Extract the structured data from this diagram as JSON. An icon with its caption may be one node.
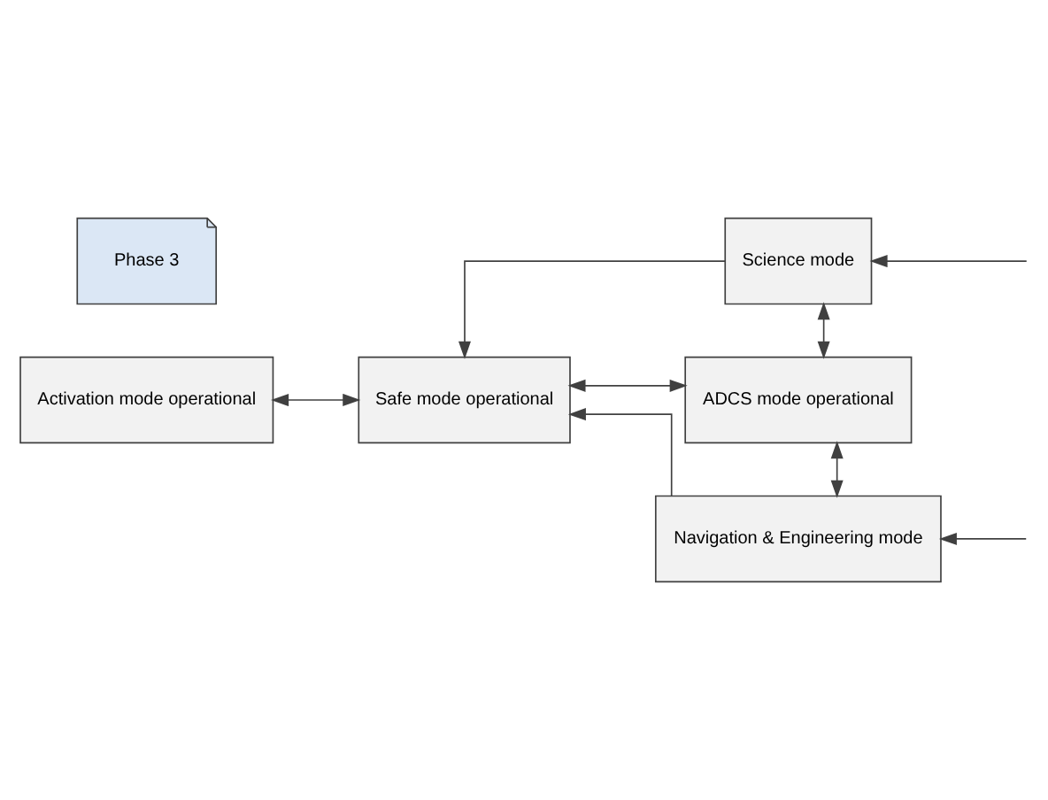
{
  "diagram": {
    "nodes": [
      {
        "text": [
          "Phase 3"
        ]
      },
      {
        "text": [
          "Activation mode operational"
        ]
      },
      {
        "text": [
          "Safe mode operational"
        ]
      },
      {
        "text": [
          "Science mode"
        ]
      },
      {
        "text": [
          "ADCS mode operational"
        ]
      },
      {
        "text": [
          "Navigation & Engineering mode"
        ]
      }
    ],
    "edges": [
      {
        "from": 1,
        "to": 2,
        "arrow": "both"
      },
      {
        "from": 2,
        "to": 4,
        "arrow": "both"
      },
      {
        "from": 3,
        "to": 2,
        "arrow": "to"
      },
      {
        "from": 4,
        "to": 3,
        "arrow": "both"
      },
      {
        "from": 4,
        "to": 5,
        "arrow": "both"
      },
      {
        "from": 5,
        "to": 2,
        "arrow": "to"
      },
      {
        "from": null,
        "to": 3,
        "arrow": "to"
      },
      {
        "from": null,
        "to": 5,
        "arrow": "to"
      }
    ]
  }
}
